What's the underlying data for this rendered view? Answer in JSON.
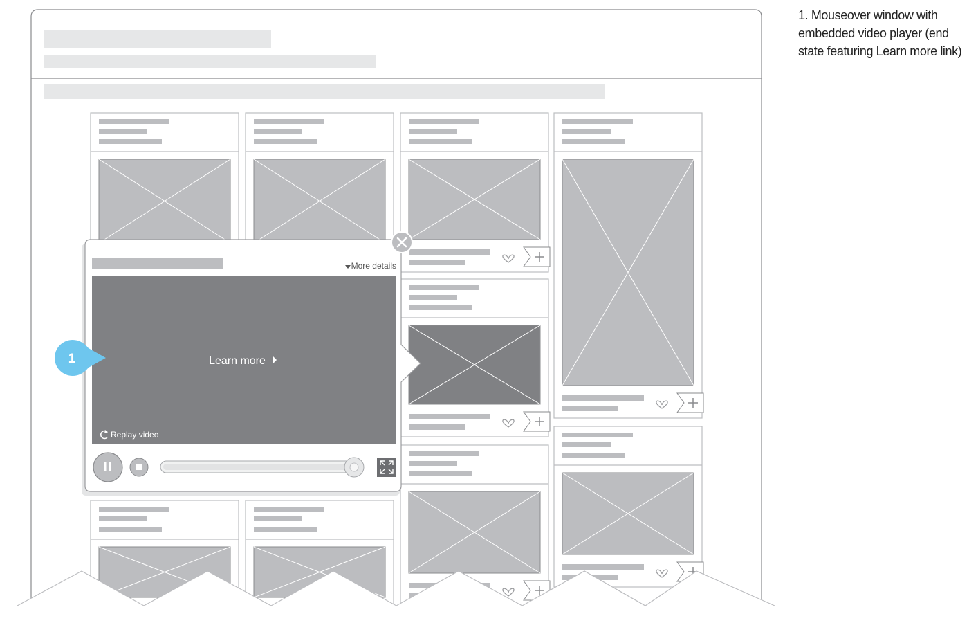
{
  "annotation": {
    "number": "1",
    "lines": [
      "1. Mouseover window with",
      "embedded video player (end",
      "state featuring Learn more link)"
    ]
  },
  "popup": {
    "more_details": "More details",
    "learn_more": "Learn more",
    "replay": "Replay video",
    "progress": 1.0
  },
  "colors": {
    "accent": "#6ec6ee",
    "placeholder": "#e6e7e8",
    "bar": "#bcbdc0",
    "video": "#808184",
    "outline": "#9a9b9e"
  },
  "icons": [
    "close-icon",
    "chevron-down-icon",
    "play-arrow-icon",
    "replay-icon",
    "pause-icon",
    "stop-icon",
    "fullscreen-icon",
    "heart-icon",
    "add-icon"
  ]
}
